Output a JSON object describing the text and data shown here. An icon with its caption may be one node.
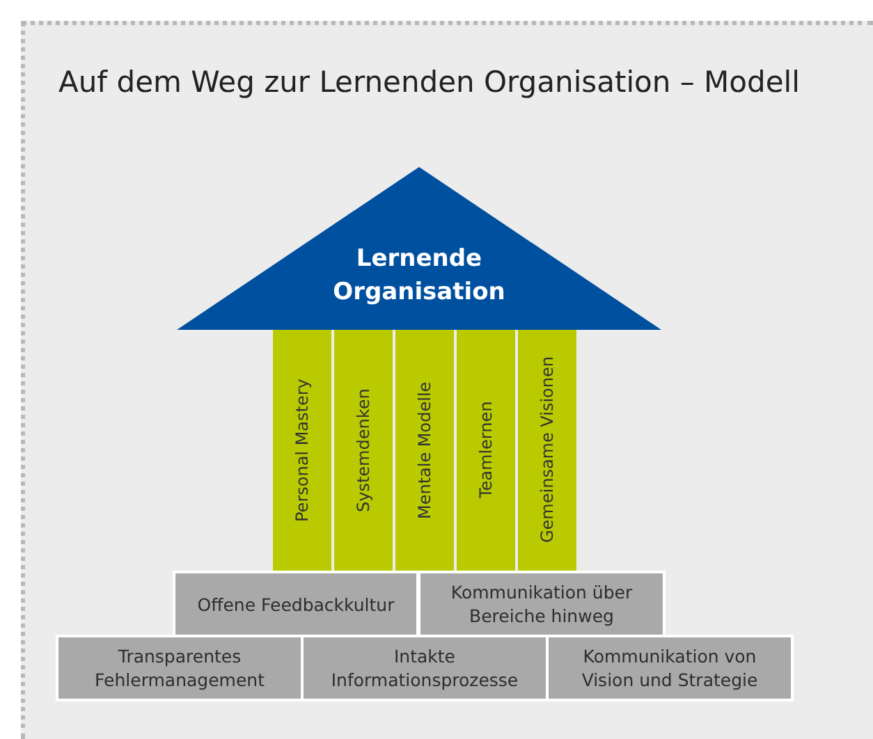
{
  "diagram": {
    "title": "Auf dem Weg zur Lernenden Organisation – Modell",
    "nodes": [
      {
        "text": [
          "Lernende Organisation"
        ]
      },
      {
        "text": [
          "Personal Mastery"
        ]
      },
      {
        "text": [
          "Systemdenken"
        ]
      },
      {
        "text": [
          "Mentale Modelle"
        ]
      },
      {
        "text": [
          "Teamlernen"
        ]
      },
      {
        "text": [
          "Gemeinsame Visionen"
        ]
      },
      {
        "text": [
          "Offene Feedbackkultur"
        ]
      },
      {
        "text": [
          "Kommunikation über Bereiche hinweg"
        ]
      },
      {
        "text": [
          "Transparentes Fehlermanagement"
        ]
      },
      {
        "text": [
          "Intakte Informationsprozesse"
        ]
      },
      {
        "text": [
          "Kommunikation von Vision und Strategie"
        ]
      }
    ],
    "edges": []
  }
}
